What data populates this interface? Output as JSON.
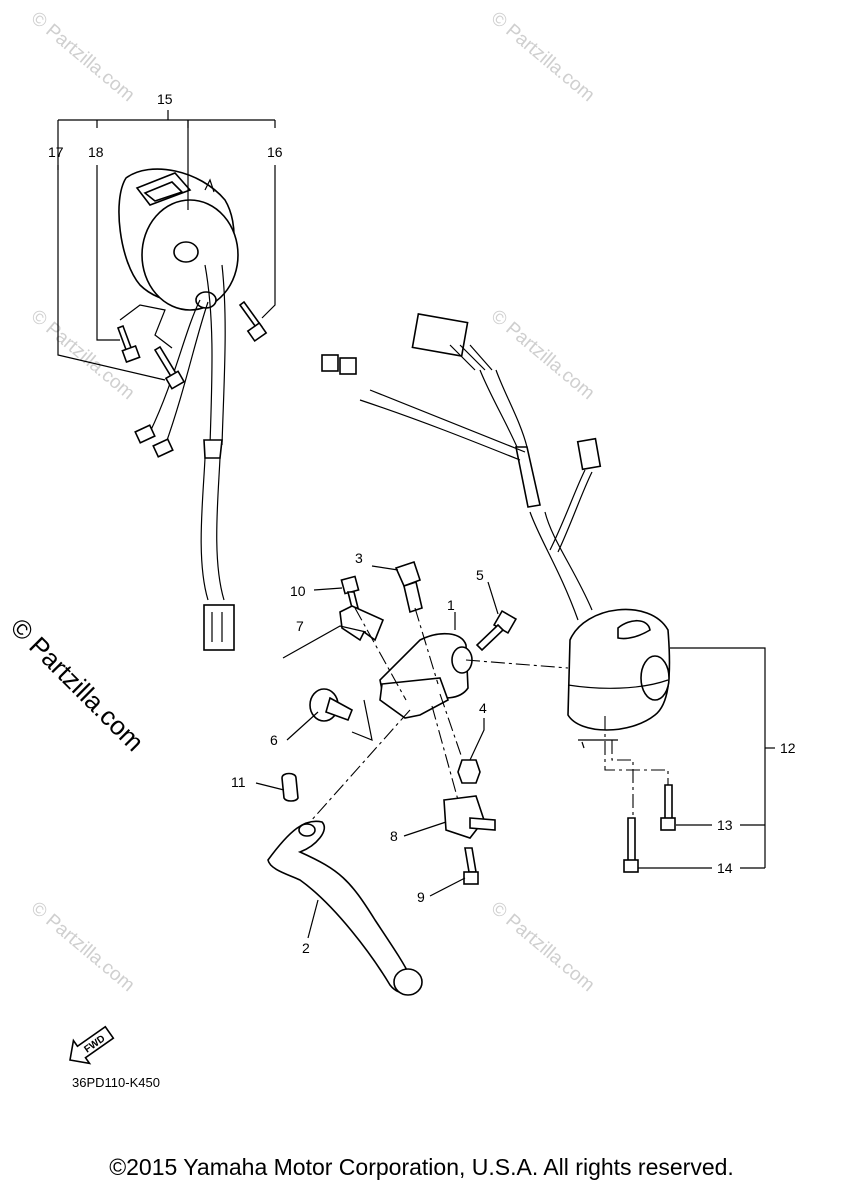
{
  "diagram": {
    "callouts": {
      "c1": "1",
      "c2": "2",
      "c3": "3",
      "c4": "4",
      "c5": "5",
      "c6": "6",
      "c7": "7",
      "c8": "8",
      "c9": "9",
      "c10": "10",
      "c11": "11",
      "c12": "12",
      "c13": "13",
      "c14": "14",
      "c15": "15",
      "c16": "16",
      "c17": "17",
      "c18": "18"
    },
    "fwd_label": "FWD",
    "watermark": "© Partzilla.com",
    "side_watermark": "© Partzilla.com",
    "part_code": "36PD110-K450"
  },
  "footer": {
    "copyright": "©2015 Yamaha Motor Corporation, U.S.A. All rights reserved."
  }
}
